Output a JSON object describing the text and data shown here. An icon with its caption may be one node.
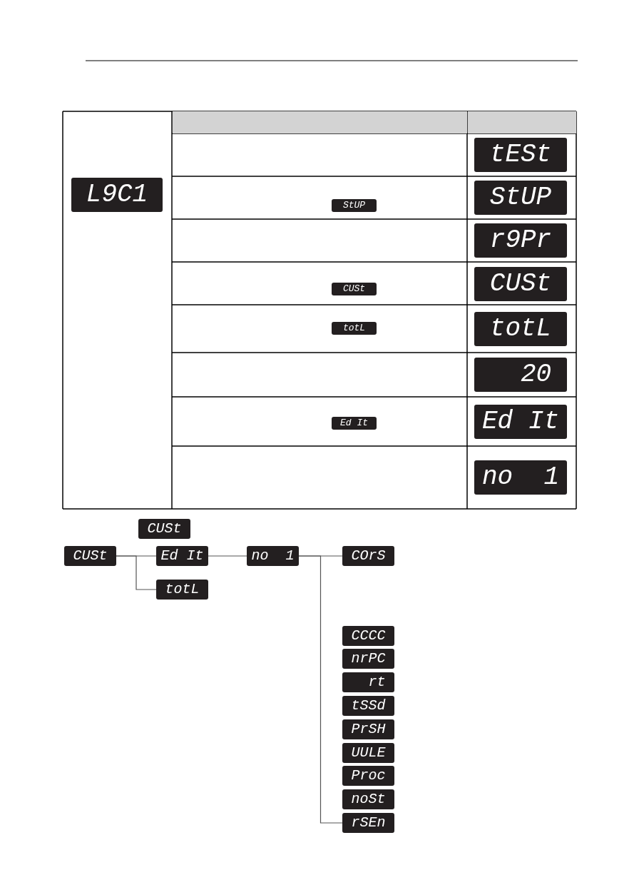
{
  "diagram": {
    "nodes": [
      {
        "text": [
          "CUSt"
        ]
      },
      {
        "text": [
          "CUSt"
        ]
      },
      {
        "text": [
          "Ed It"
        ]
      },
      {
        "text": [
          "totL"
        ]
      },
      {
        "text": [
          "no  1"
        ]
      },
      {
        "text": [
          "COrS"
        ]
      },
      {
        "text": [
          "CCCC"
        ]
      },
      {
        "text": [
          "nrPC"
        ]
      },
      {
        "text": [
          "  rt"
        ]
      },
      {
        "text": [
          "tSSd"
        ]
      },
      {
        "text": [
          "PrSH"
        ]
      },
      {
        "text": [
          "UULE"
        ]
      },
      {
        "text": [
          "Proc"
        ]
      },
      {
        "text": [
          "noSt"
        ]
      },
      {
        "text": [
          "rSEn"
        ]
      }
    ],
    "edges": [
      {
        "from": 1,
        "to": 2,
        "arrow": "none"
      },
      {
        "from": 1,
        "to": 3,
        "arrow": "none"
      },
      {
        "from": 2,
        "to": 4,
        "arrow": "none"
      },
      {
        "from": 4,
        "to": 5,
        "arrow": "none"
      },
      {
        "from": 4,
        "to": 14,
        "arrow": "none"
      }
    ],
    "labels": [
      "L9C1",
      "tESt",
      "StUP",
      "StUP",
      "r9Pr",
      "CUSt",
      "CUSt",
      "totL",
      "totL",
      "  20",
      "Ed It",
      "Ed It",
      "no  1"
    ]
  }
}
